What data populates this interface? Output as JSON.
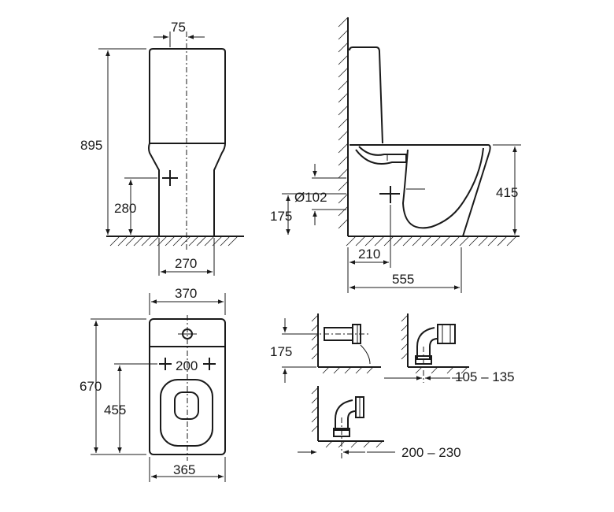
{
  "labels": {
    "front_top_offset": "75",
    "front_height": "895",
    "front_inlet_height": "280",
    "front_base_width": "270",
    "side_outlet_diameter": "Ø102",
    "side_outlet_height": "175",
    "side_bowl_height": "415",
    "side_outlet_distance": "210",
    "side_depth": "555",
    "top_width": "370",
    "top_depth": "670",
    "top_fixing_depth": "455",
    "top_fixing_spacing": "200",
    "top_base_width": "365",
    "variant_outlet_height": "175",
    "variant_range_a": "105 – 135",
    "variant_range_b": "200 – 230"
  }
}
